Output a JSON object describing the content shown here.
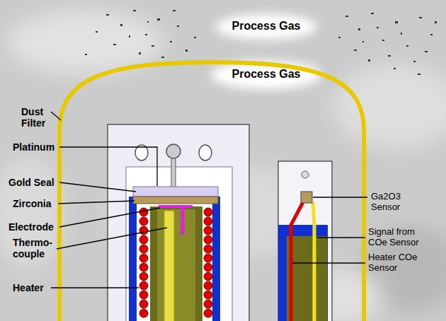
{
  "diagram": {
    "labels": [
      "Process Gas",
      "Process Gas",
      "Dust Filter",
      "Platinum",
      "Gold Seal",
      "Zirconia",
      "Electrode",
      "Thermo- couple",
      "Heater",
      "Ga2O3 Sensor",
      "Signal from COe Sensor",
      "Heater COe Sensor"
    ]
  }
}
